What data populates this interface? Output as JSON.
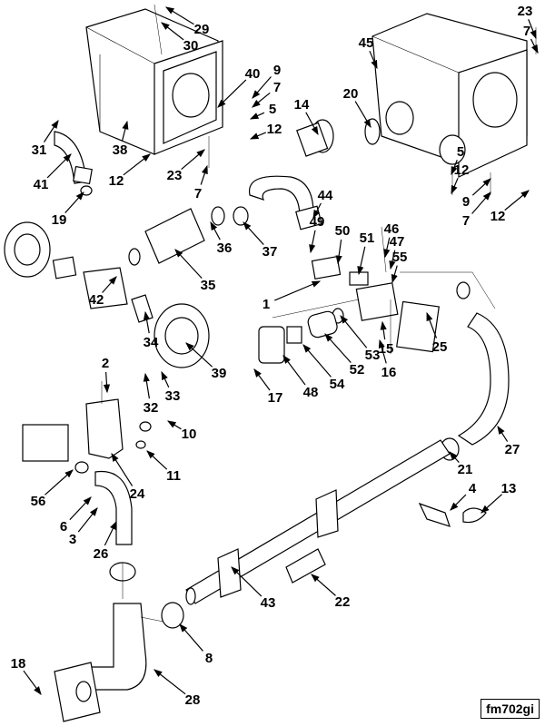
{
  "diagram": {
    "type": "exploded parts diagram",
    "figure_code": "fm702gi",
    "callouts": [
      "29",
      "30",
      "23",
      "7",
      "45",
      "40",
      "9",
      "7",
      "5",
      "12",
      "20",
      "14",
      "31",
      "38",
      "41",
      "12",
      "23",
      "7",
      "19",
      "5",
      "12",
      "9",
      "7",
      "12",
      "44",
      "49",
      "50",
      "51",
      "46",
      "47",
      "55",
      "36",
      "37",
      "35",
      "1",
      "42",
      "25",
      "15",
      "16",
      "53",
      "52",
      "54",
      "48",
      "17",
      "34",
      "39",
      "32",
      "33",
      "2",
      "10",
      "11",
      "24",
      "56",
      "6",
      "3",
      "26",
      "27",
      "21",
      "4",
      "13",
      "43",
      "22",
      "8",
      "18",
      "28"
    ]
  }
}
